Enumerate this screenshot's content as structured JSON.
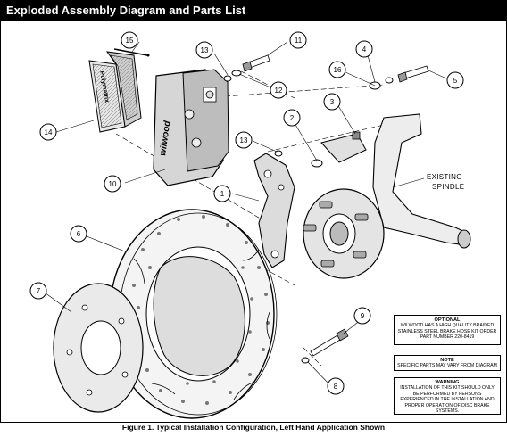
{
  "header": {
    "title": "Exploded Assembly Diagram and Parts List"
  },
  "callouts": [
    "1",
    "2",
    "3",
    "4",
    "5",
    "6",
    "7",
    "8",
    "9",
    "10",
    "11",
    "12",
    "13",
    "13",
    "14",
    "15",
    "16"
  ],
  "labels": {
    "existing": "EXISTING",
    "spindle": "SPINDLE"
  },
  "pads_brand": "Polymatrix",
  "caliper_brand": "wilwood",
  "notes": {
    "optional": {
      "heading": "OPTIONAL",
      "text": "WILWOOD HAS A HIGH QUALITY BRAIDED STAINLESS STEEL BRAKE HOSE KIT ORDER PART NUMBER 220-8419"
    },
    "note": {
      "heading": "NOTE",
      "text": "SPECIFIC PARTS MAY VARY FROM DIAGRAM"
    },
    "warning": {
      "heading": "WARNING",
      "text": "INSTALLATION OF THIS KIT SHOULD ONLY BE PERFORMED BY PERSONS EXPERIENCED IN THE INSTALLATION AND PROPER OPERATION OF DISC BRAKE SYSTEMS."
    }
  },
  "caption": "Figure 1.  Typical Installation Configuration, Left Hand Application Shown"
}
